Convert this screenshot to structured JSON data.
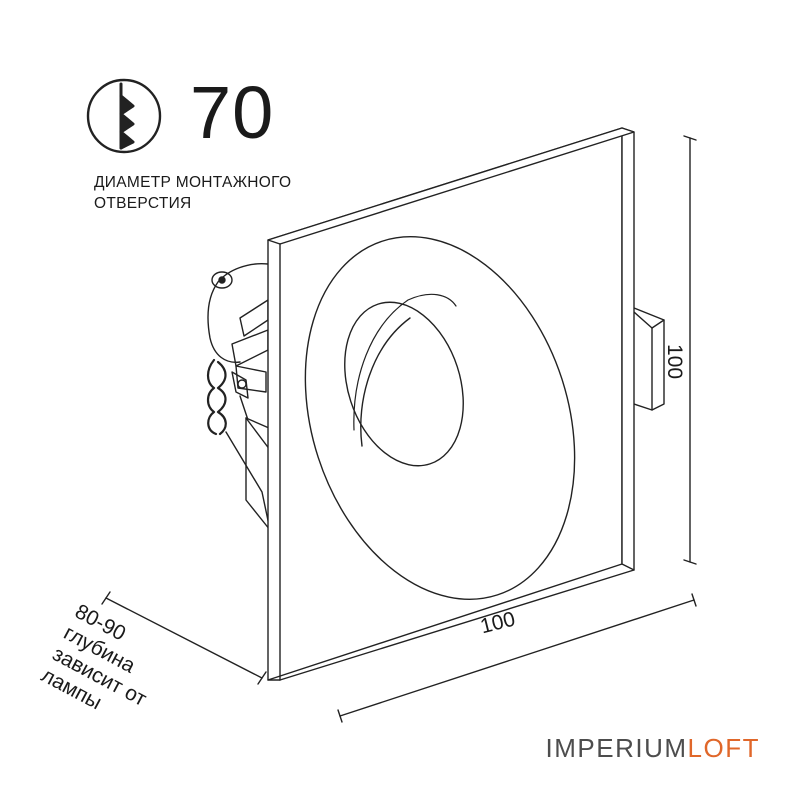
{
  "cutout": {
    "value": "70",
    "caption_line1": "ДИАМЕТР МОНТАЖНОГО",
    "caption_line2": "ОТВЕРСТИЯ",
    "icon": "drill-bit-icon"
  },
  "dimensions": {
    "width": "100",
    "height": "100",
    "depth_value": "80-90",
    "depth_line1": "глубина",
    "depth_line2": "зависит от",
    "depth_line3": "лампы"
  },
  "brand": {
    "part1": "IMPERIUM",
    "part2": "LOFT",
    "color_part1": "#4d4d4d",
    "color_part2": "#e0672a"
  }
}
